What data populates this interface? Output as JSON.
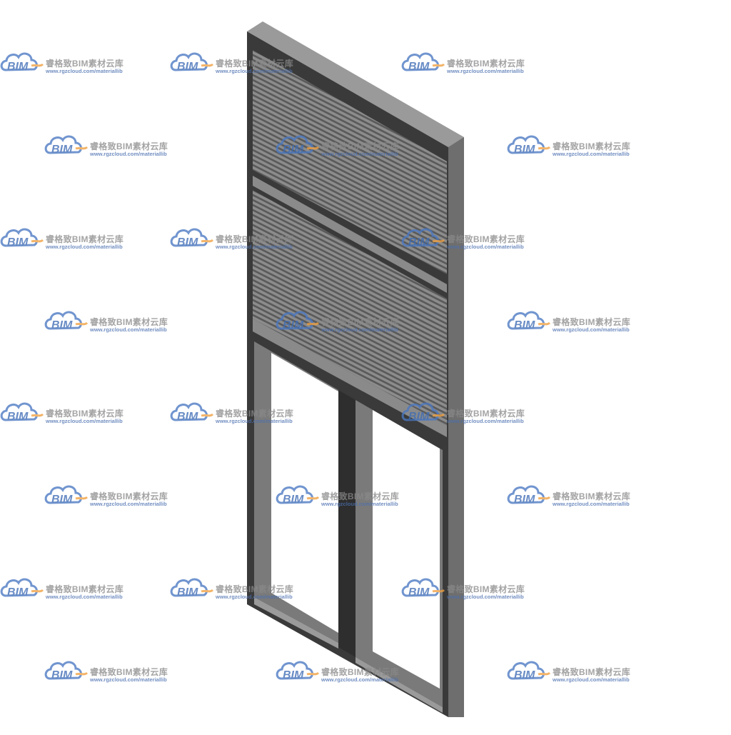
{
  "watermark": {
    "logo_text": "BIM",
    "title": "睿格致BIM素材云库",
    "url": "www.rgzcloud.com/materiallib",
    "colors": {
      "cloud": "#4a78c2",
      "accent": "#f0a040",
      "text": "#8a8a8a",
      "url": "#4a6fb0"
    }
  },
  "model": {
    "subject": "window-with-louver-panels",
    "colors": {
      "frame_side": "#6e6e6e",
      "frame_light": "#9a9a9a",
      "frame_face": "#3a3a3a",
      "glass": "#ffffff",
      "louver_dark": "#5a5a5a",
      "louver_light": "#8c8c8c"
    }
  }
}
